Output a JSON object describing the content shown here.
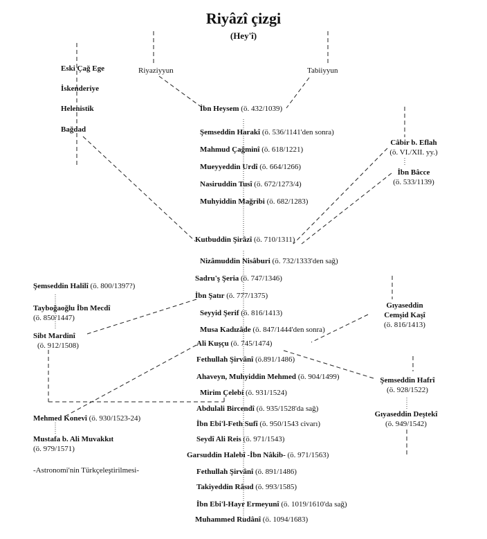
{
  "title": "Riyâzî çizgi",
  "subtitle": "(Hey'î)",
  "top_labels": {
    "left": "Riyaziyyun",
    "right": "Tabiiyyun"
  },
  "left_column": [
    "Eski Çağ Ege",
    "İskenderiye",
    "Helenistik",
    "Bağdad"
  ],
  "main": [
    {
      "name": "İbn Heysem",
      "date": "(ö. 432/1039)"
    },
    {
      "name": "Şemseddin Harakî",
      "date": "(ö. 536/1141'den sonra)"
    },
    {
      "name": "Mahmud Çağminî",
      "date": "(ö. 618/1221)"
    },
    {
      "name": "Mueyyeddin Urdî",
      "date": "(ö. 664/1266)"
    },
    {
      "name": "Nasiruddin Tusî",
      "date": "(ö. 672/1273/4)"
    },
    {
      "name": "Muhyiddin Mağribi",
      "date": "(ö. 682/1283)"
    },
    {
      "name": "Kutbuddin Şirâzî",
      "date": "(ö. 710/1311)"
    },
    {
      "name": "Nizâmuddin Nisâburi",
      "date": "(ö. 732/1333'den sağ)"
    },
    {
      "name": "Sadru'ş Şeria",
      "date": "(ö. 747/1346)"
    },
    {
      "name": "İbn Şatır",
      "date": "(ö. 777/1375)"
    },
    {
      "name": "Seyyid Şerif",
      "date": "(ö. 816/1413)"
    },
    {
      "name": "Musa Kadızâde",
      "date": "(ö. 847/1444'den sonra)"
    },
    {
      "name": "Ali Kuşçu",
      "date": "(ö. 745/1474)"
    },
    {
      "name": "Fethullah Şirvânî",
      "date": "(ö.891/1486)"
    },
    {
      "name": "Ahaveyn, Muhyiddin Mehmed",
      "date": "(ö. 904/1499)"
    },
    {
      "name": "Mirim Çelebi",
      "date": "(ö. 931/1524)"
    },
    {
      "name": "Abdulali Bircendî",
      "date": "(ö. 935/1528'da sağ)"
    },
    {
      "name": "İbn Ebi'l-Feth Sufî",
      "date": "(ö. 950/1543 civarı)"
    },
    {
      "name": "Seydî Ali Reis",
      "date": "(ö. 971/1543)"
    },
    {
      "name": "Garsuddin Halebî -İbn Nâkib-",
      "date": "(ö. 971/1563)"
    },
    {
      "name": "Fethullah Şirvânî",
      "date": "(ö. 891/1486)"
    },
    {
      "name": "Takiyeddin Râsıd",
      "date": "(ö. 993/1585)"
    },
    {
      "name": "İbn Ebi'l-Hayr Ermeyunî",
      "date": "(ö. 1019/1610'da sağ)"
    },
    {
      "name": "Muhammed Rudânî",
      "date": "(ö. 1094/1683)"
    }
  ],
  "left_lower": [
    {
      "name": "Şemseddin Halilî",
      "date": "(ö. 800/1397?)"
    },
    {
      "name": "Tayboğaoğlu İbn Mecdî",
      "date": "(ö. 850/1447)"
    },
    {
      "name": "Sibt Mardinî",
      "date": "(ö. 912/1508)"
    },
    {
      "name": "Mehmed Konevî",
      "date": "(ö. 930/1523-24)"
    },
    {
      "name": "Mustafa b. Ali Muvakkıt",
      "date": "(ö. 979/1571)"
    }
  ],
  "footer_note": "-Astronomi'nin Türkçeleştirilmesi-",
  "right_column": [
    {
      "name": "Câbir b. Eflah",
      "date": "(ö. VI./XII. yy.)"
    },
    {
      "name": "İbn Bâcce",
      "date": "(ö. 533/1139)"
    },
    {
      "name": "Gıyaseddin\nCemşid Kaşî",
      "date": "(ö. 816/1413)"
    },
    {
      "name": "Şemseddin Hafrî",
      "date": "(ö. 928/1522)"
    },
    {
      "name": "Gıyaseddin Deştekî",
      "date": "(ö. 949/1542)"
    }
  ]
}
